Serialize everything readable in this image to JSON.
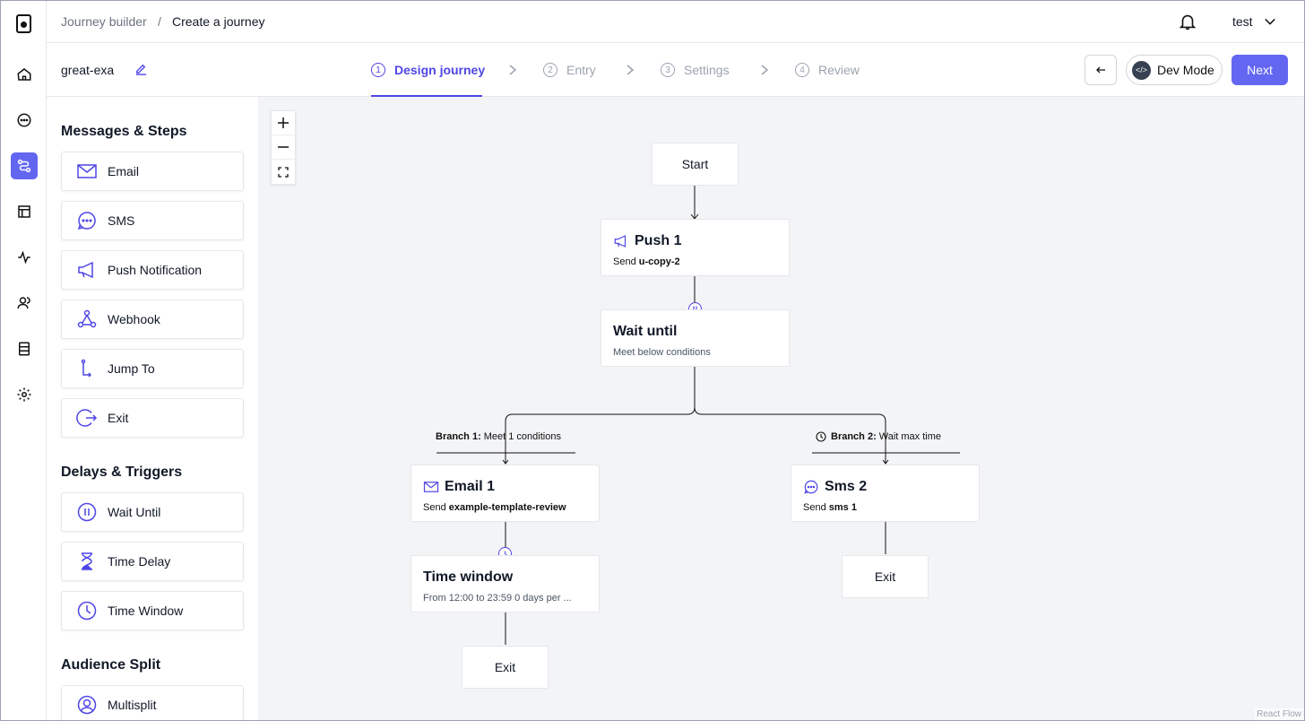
{
  "breadcrumb": {
    "parent": "Journey builder",
    "separator": "/",
    "current": "Create a journey"
  },
  "user": {
    "name": "test"
  },
  "journey": {
    "name": "great-exa"
  },
  "steps": [
    {
      "num": "1",
      "label": "Design journey"
    },
    {
      "num": "2",
      "label": "Entry"
    },
    {
      "num": "3",
      "label": "Settings"
    },
    {
      "num": "4",
      "label": "Review"
    }
  ],
  "actions": {
    "dev_mode": "Dev Mode",
    "next": "Next"
  },
  "palette": {
    "messages_title": "Messages & Steps",
    "messages": [
      "Email",
      "SMS",
      "Push Notification",
      "Webhook",
      "Jump To",
      "Exit"
    ],
    "delays_title": "Delays & Triggers",
    "delays": [
      "Wait Until",
      "Time Delay",
      "Time Window"
    ],
    "audience_title": "Audience Split",
    "audience": [
      "Multisplit"
    ]
  },
  "flow": {
    "start": "Start",
    "push": {
      "title": "Push 1",
      "prefix": "Send",
      "template": "u-copy-2"
    },
    "wait": {
      "title": "Wait until",
      "sub": "Meet below conditions"
    },
    "branch1": {
      "name": "Branch 1:",
      "text": "Meet 1 conditions"
    },
    "branch2": {
      "name": "Branch 2:",
      "text": "Wait max time"
    },
    "email": {
      "title": "Email 1",
      "prefix": "Send",
      "template": "example-template-review"
    },
    "sms": {
      "title": "Sms 2",
      "prefix": "Send",
      "template": "sms 1"
    },
    "timewindow": {
      "title": "Time window",
      "sub": "From 12:00 to 23:59 0 days per ..."
    },
    "exit_left": "Exit",
    "exit_right": "Exit"
  },
  "attribution": "React Flow",
  "colors": {
    "accent": "#6366f1",
    "accent_dark": "#4f46e5"
  }
}
